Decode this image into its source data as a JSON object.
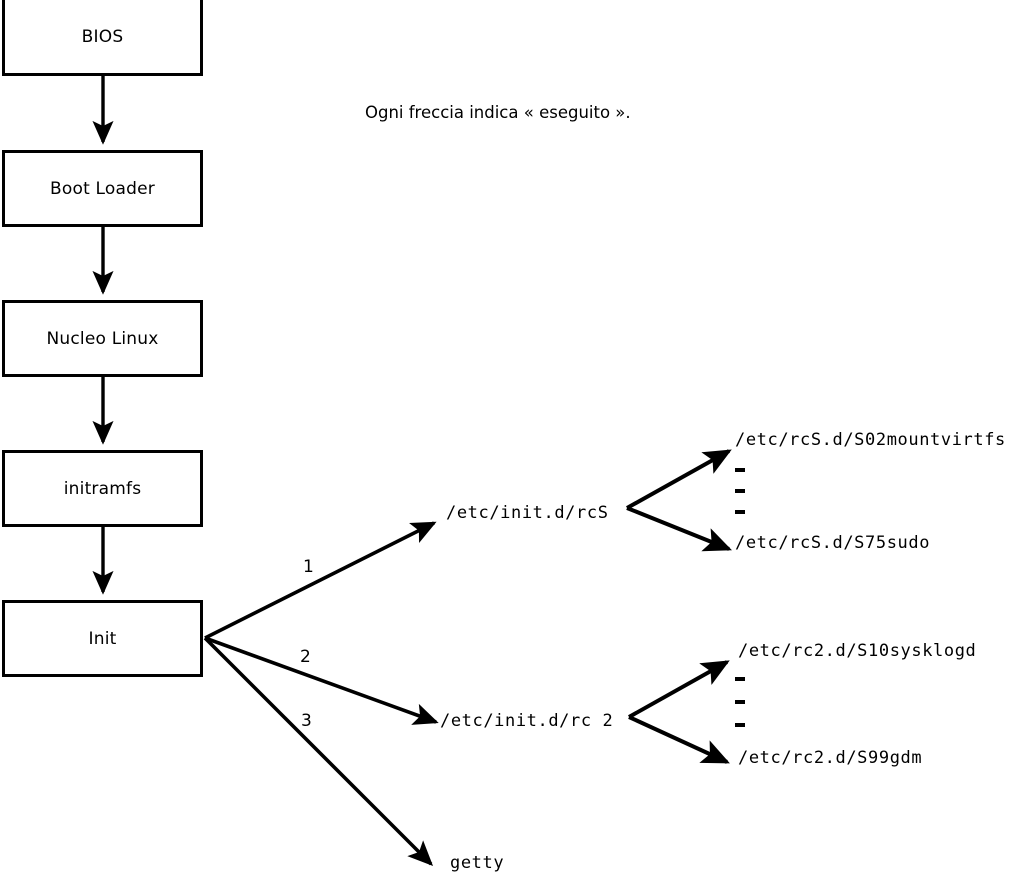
{
  "diagram": {
    "title_caption": "Ogni freccia indica « eseguito ».",
    "boot_chain": [
      {
        "label": "BIOS"
      },
      {
        "label": "Boot Loader"
      },
      {
        "label": "Nucleo Linux"
      },
      {
        "label": "initramfs"
      },
      {
        "label": "Init"
      }
    ],
    "init_branches": [
      {
        "number": "1",
        "target": "/etc/init.d/rcS"
      },
      {
        "number": "2",
        "target": "/etc/init.d/rc 2"
      },
      {
        "number": "3",
        "target": "getty"
      }
    ],
    "rcs_scripts": {
      "first": "/etc/rcS.d/S02mountvirtfs",
      "last": "/etc/rcS.d/S75sudo"
    },
    "rc2_scripts": {
      "first": "/etc/rc2.d/S10sysklogd",
      "last": "/etc/rc2.d/S99gdm"
    },
    "colors": {
      "stroke": "#000000",
      "background": "#ffffff"
    }
  }
}
